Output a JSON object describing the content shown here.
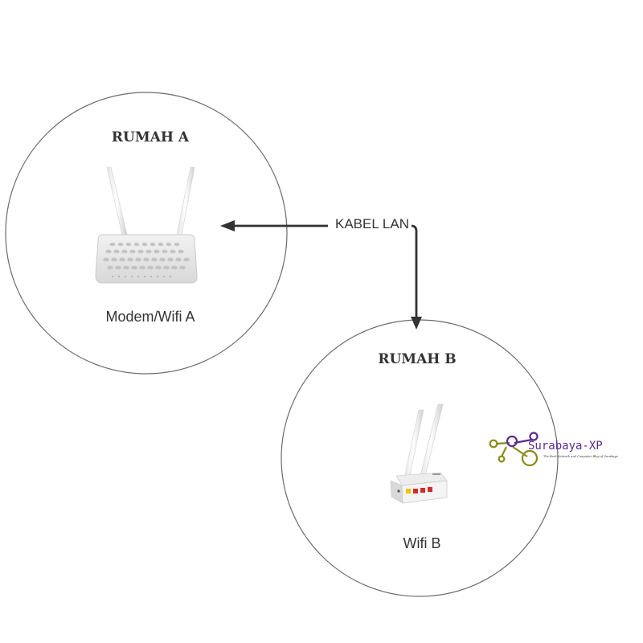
{
  "diagram": {
    "house_a": {
      "title": "RUMAH A",
      "device_label": "Modem/Wifi A"
    },
    "house_b": {
      "title": "RUMAH B",
      "device_label": "Wifi B"
    },
    "connection": {
      "label": "KABEL LAN"
    }
  },
  "watermark": {
    "name": "Surabaya-XP",
    "tagline": "The Best Network and Computer Blog of Surabaya"
  },
  "colors": {
    "circle_stroke": "#6b6b6b",
    "arrow": "#333333",
    "text": "#333333",
    "watermark_purple": "#5b2d8e",
    "watermark_olive": "#8a8a1a"
  }
}
